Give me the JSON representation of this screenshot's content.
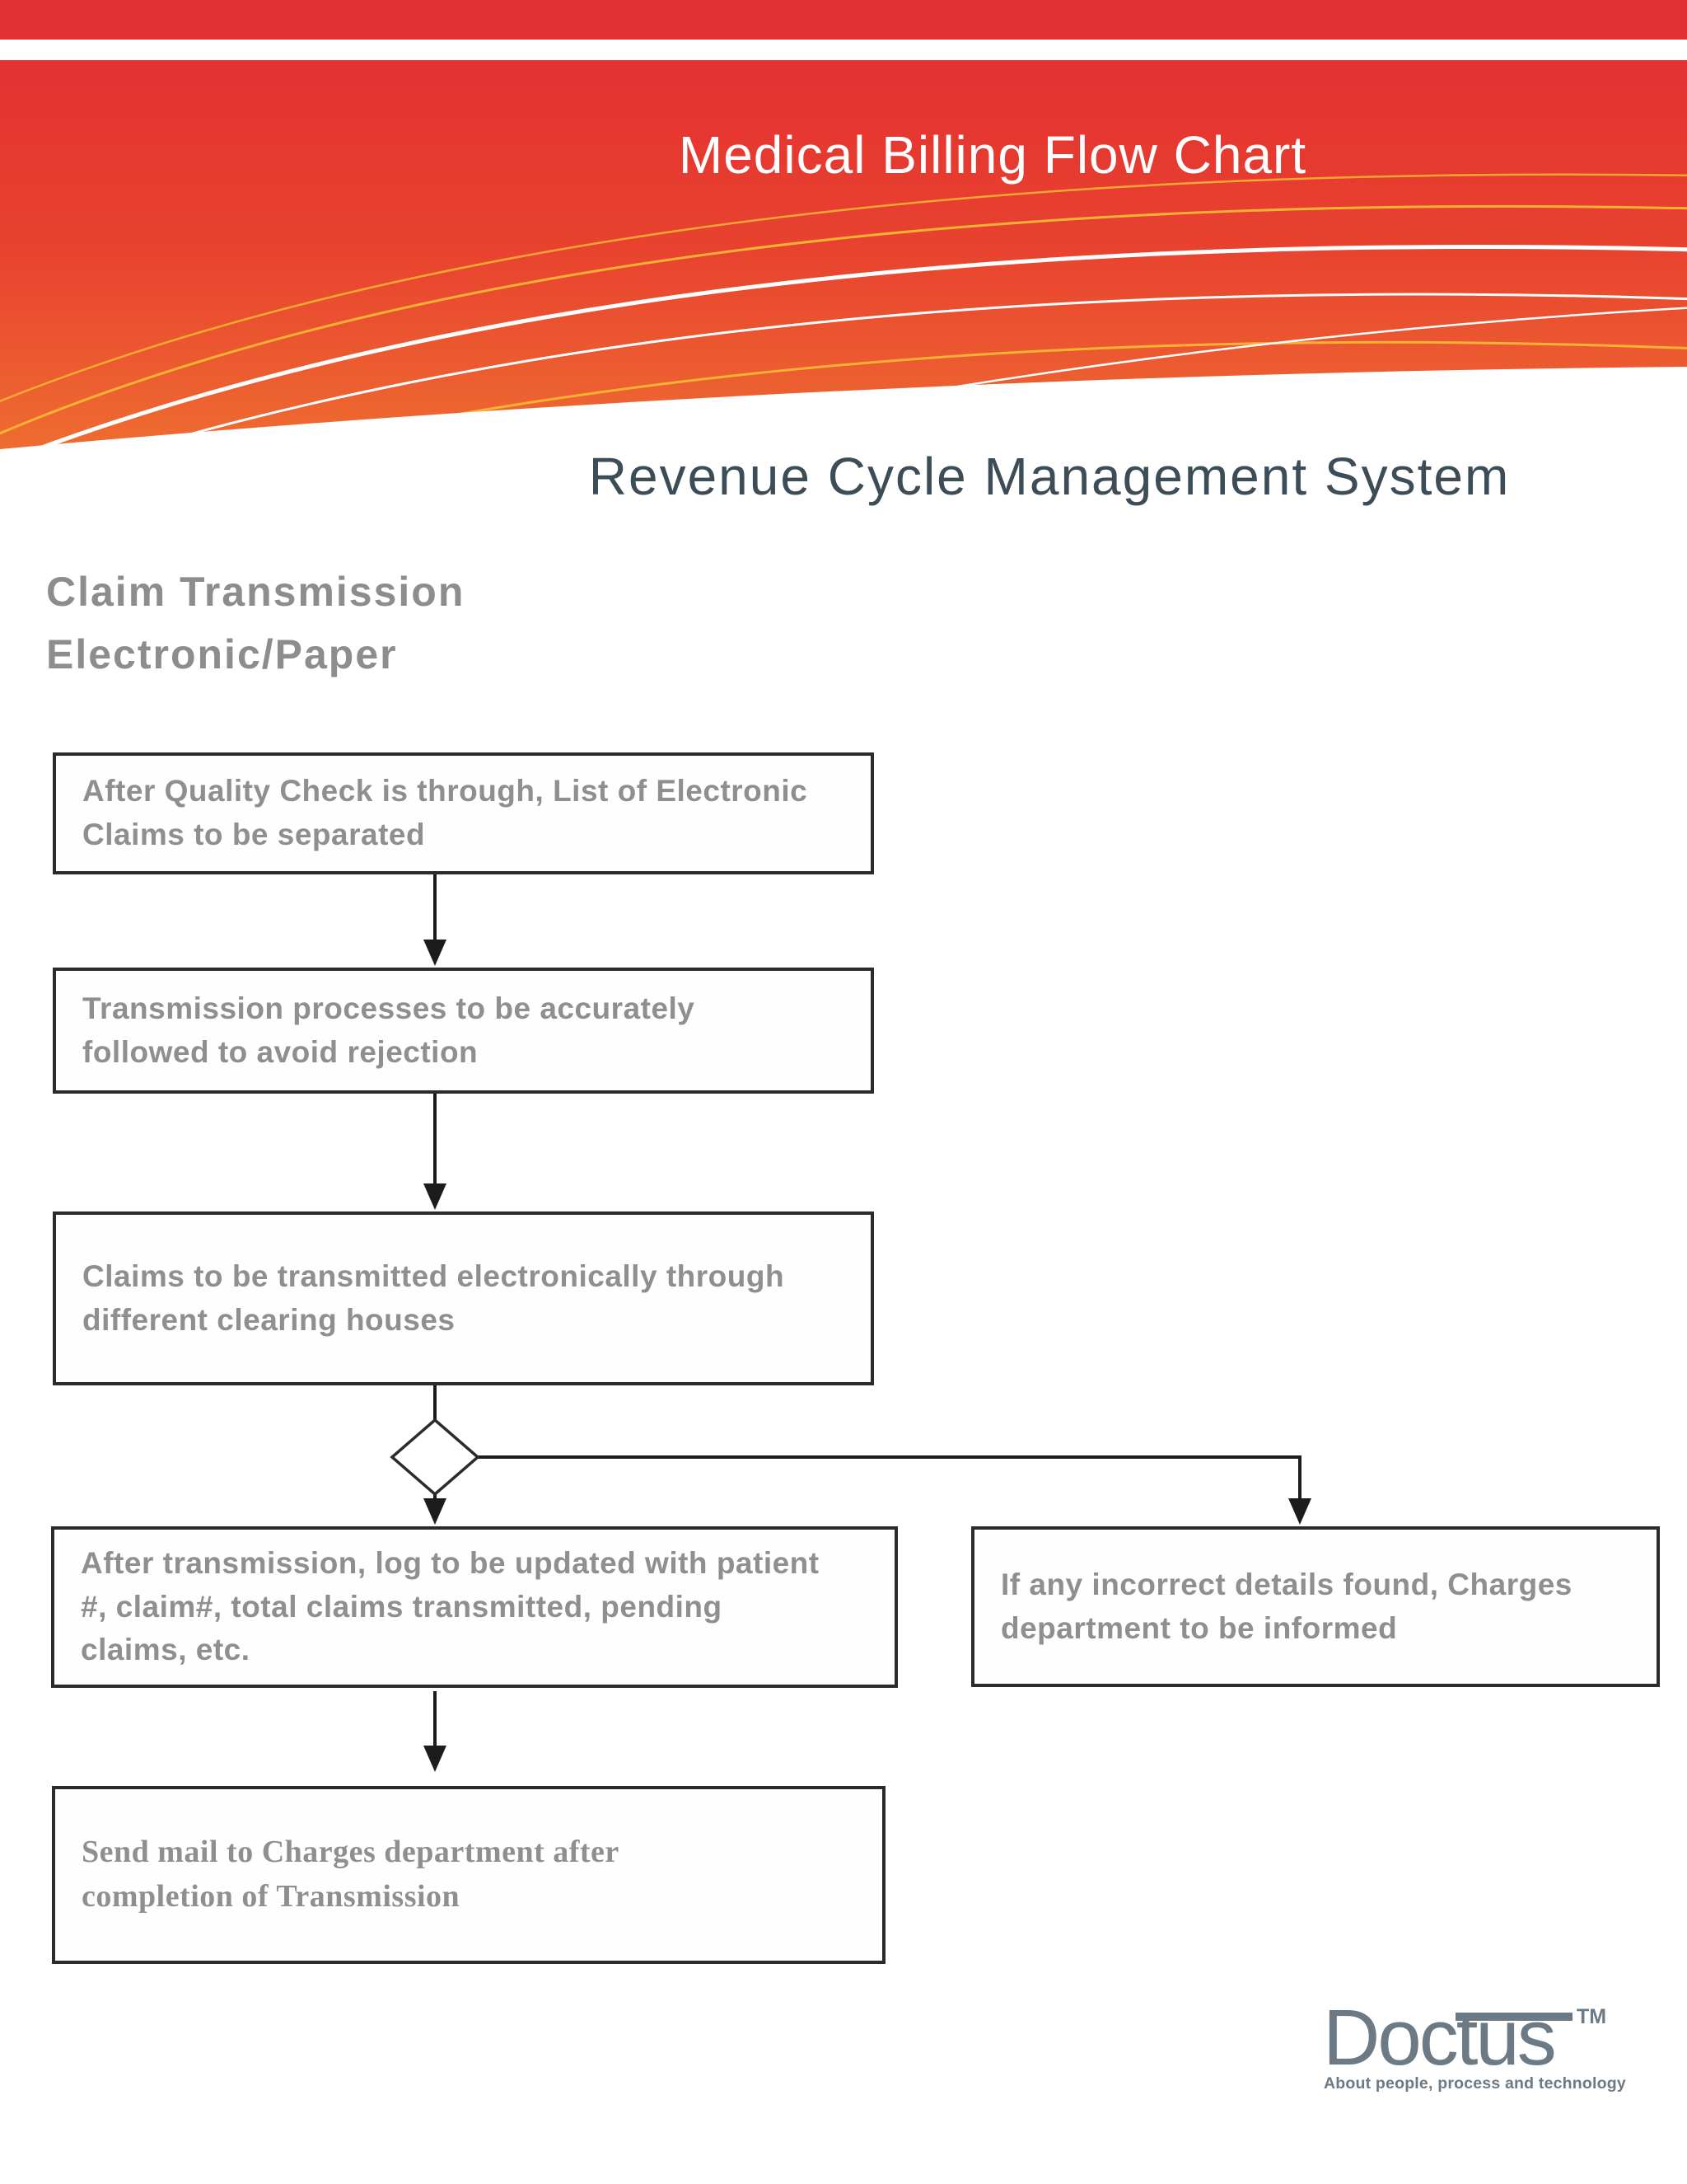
{
  "header": {
    "title": "Medical Billing Flow Chart",
    "top_bar_color": "#e22f31",
    "banner_gradient_top": "#e43132",
    "banner_gradient_bottom": "#ef7130",
    "swoosh_yellow": "#f9b233",
    "swoosh_white": "#ffffff"
  },
  "subtitle": "Revenue Cycle Management System",
  "section_heading": {
    "text": "Claim Transmission\n Electronic/Paper"
  },
  "flowchart": {
    "border_color": "#2b2b2b",
    "text_color": "#8f8f8f",
    "connector_color": "#1c1c1c",
    "boxes": [
      {
        "id": "quality-check",
        "text": "After Quality Check is through, List of Electronic\nClaims to be separated"
      },
      {
        "id": "transmission-process",
        "text": "Transmission  processes to be  accurately\nfollowed to avoid rejection"
      },
      {
        "id": "transmit-clearing",
        "text": "Claims to be transmitted electronically through\ndifferent clearing houses"
      },
      {
        "id": "update-log",
        "text": "After transmission, log to be updated with patient\n#, claim#, total claims transmitted, pending\nclaims, etc."
      },
      {
        "id": "incorrect-details",
        "text": "If any incorrect details  found, Charges\ndepartment to be informed"
      },
      {
        "id": "send-mail",
        "text": "Send mail to Charges department after\ncompletion of Transmission"
      }
    ],
    "decision": {
      "id": "decision",
      "label": ""
    },
    "connections": [
      {
        "from": "quality-check",
        "to": "transmission-process"
      },
      {
        "from": "transmission-process",
        "to": "transmit-clearing"
      },
      {
        "from": "transmit-clearing",
        "to": "decision"
      },
      {
        "from": "decision",
        "to": "update-log"
      },
      {
        "from": "decision",
        "to": "incorrect-details"
      },
      {
        "from": "update-log",
        "to": "send-mail"
      }
    ]
  },
  "logo": {
    "name": "Doctus",
    "tm": "TM",
    "tagline": "About people, process and technology",
    "color": "#6b7a85"
  }
}
